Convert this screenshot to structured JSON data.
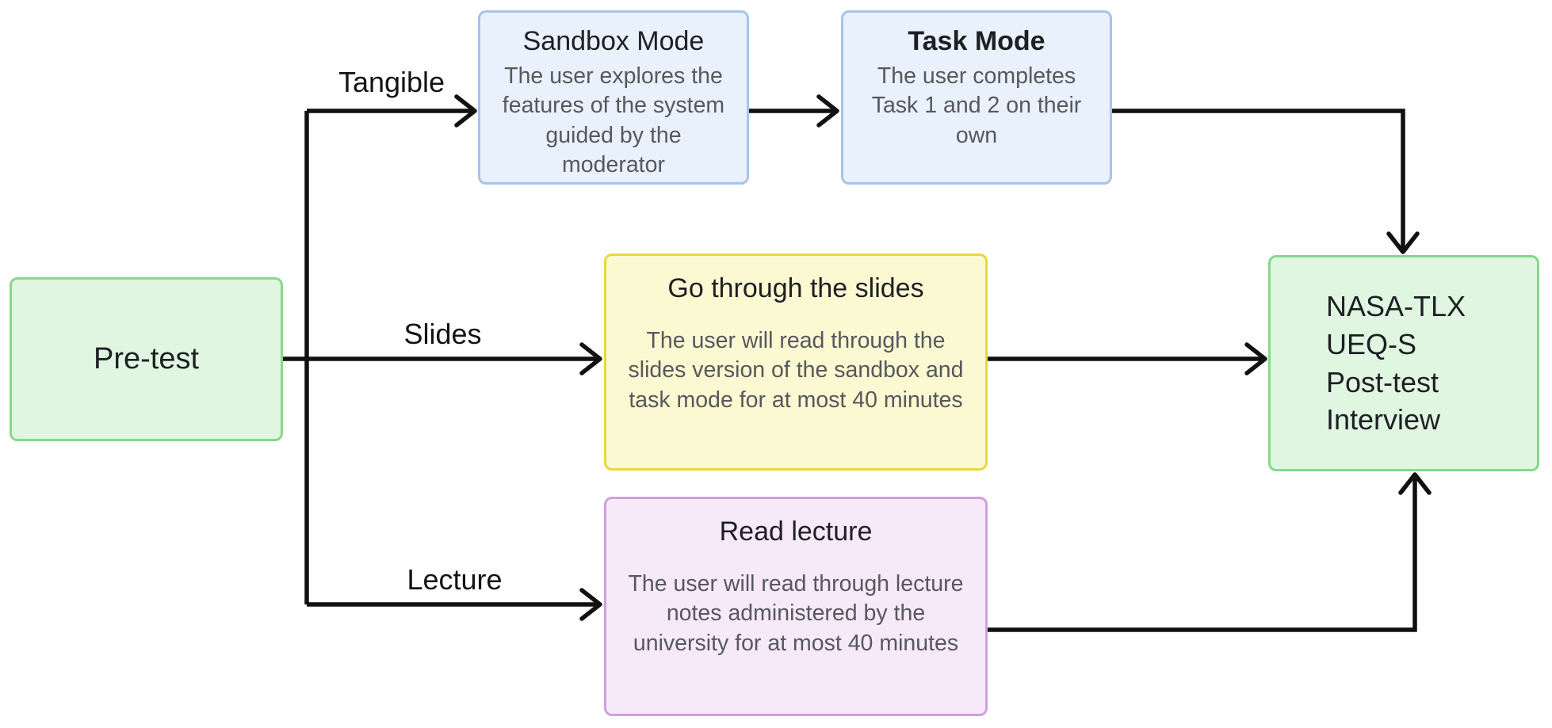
{
  "diagram": {
    "nodes": {
      "pretest": {
        "label": "Pre-test"
      },
      "sandbox": {
        "title": "Sandbox Mode",
        "body": "The user explores the features of the system guided by the moderator"
      },
      "task": {
        "title": "Task Mode",
        "body": "The user completes Task 1 and 2 on their own"
      },
      "slides": {
        "title": "Go through the slides",
        "body": "The user will read through the slides version of the sandbox and task mode for at most 40 minutes"
      },
      "lecture": {
        "title": "Read lecture",
        "body": "The user will read through lecture notes administered by the university for at most 40 minutes"
      },
      "outcome": {
        "label": "NASA-TLX\nUEQ-S\nPost-test\nInterview"
      }
    },
    "edge_labels": {
      "tangible": "Tangible",
      "slides": "Slides",
      "lecture": "Lecture"
    },
    "colors": {
      "green_fill": "#e0f6e1",
      "green_border": "#85d88c",
      "blue_fill": "#e9f1fc",
      "blue_border": "#a5c4ec",
      "yellow_fill": "#fbf9d2",
      "yellow_border": "#e9d83b",
      "purple_fill": "#f6e9fa",
      "purple_border": "#d09fe0",
      "line": "#111111",
      "title_text": "#1d1f23",
      "body_text": "#56585d"
    }
  }
}
